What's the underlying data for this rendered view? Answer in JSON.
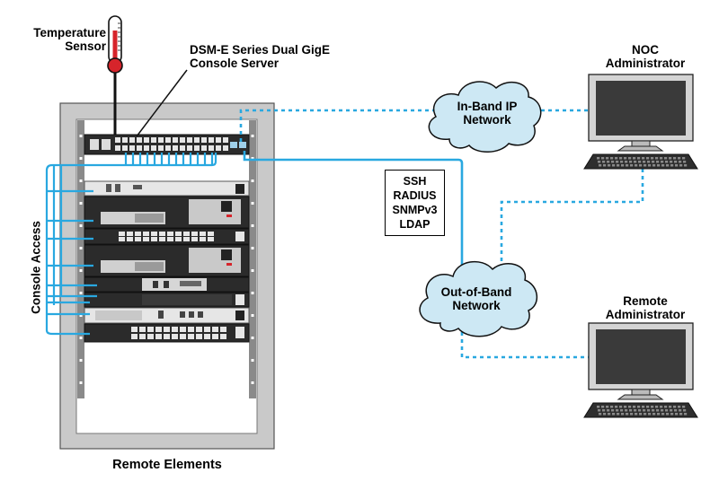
{
  "labels": {
    "temperature_sensor": [
      "Temperature",
      "Sensor"
    ],
    "console_server": [
      "DSM-E Series Dual GigE",
      "Console Server"
    ],
    "noc_admin": [
      "NOC",
      "Administrator"
    ],
    "remote_admin": [
      "Remote",
      "Administrator"
    ],
    "in_band_network": [
      "In-Band IP",
      "Network"
    ],
    "out_of_band_network": [
      "Out-of-Band",
      "Network"
    ],
    "console_access": "Console Access",
    "remote_elements": "Remote Elements"
  },
  "protocols": [
    "SSH",
    "RADIUS",
    "SNMPv3",
    "LDAP"
  ],
  "colors": {
    "link": "#29a8e0",
    "cloud_fill": "#cde8f4",
    "rack_frame": "#c9c9c9",
    "rack_dark": "#2b2b2b",
    "thermometer_red": "#d6242b"
  }
}
